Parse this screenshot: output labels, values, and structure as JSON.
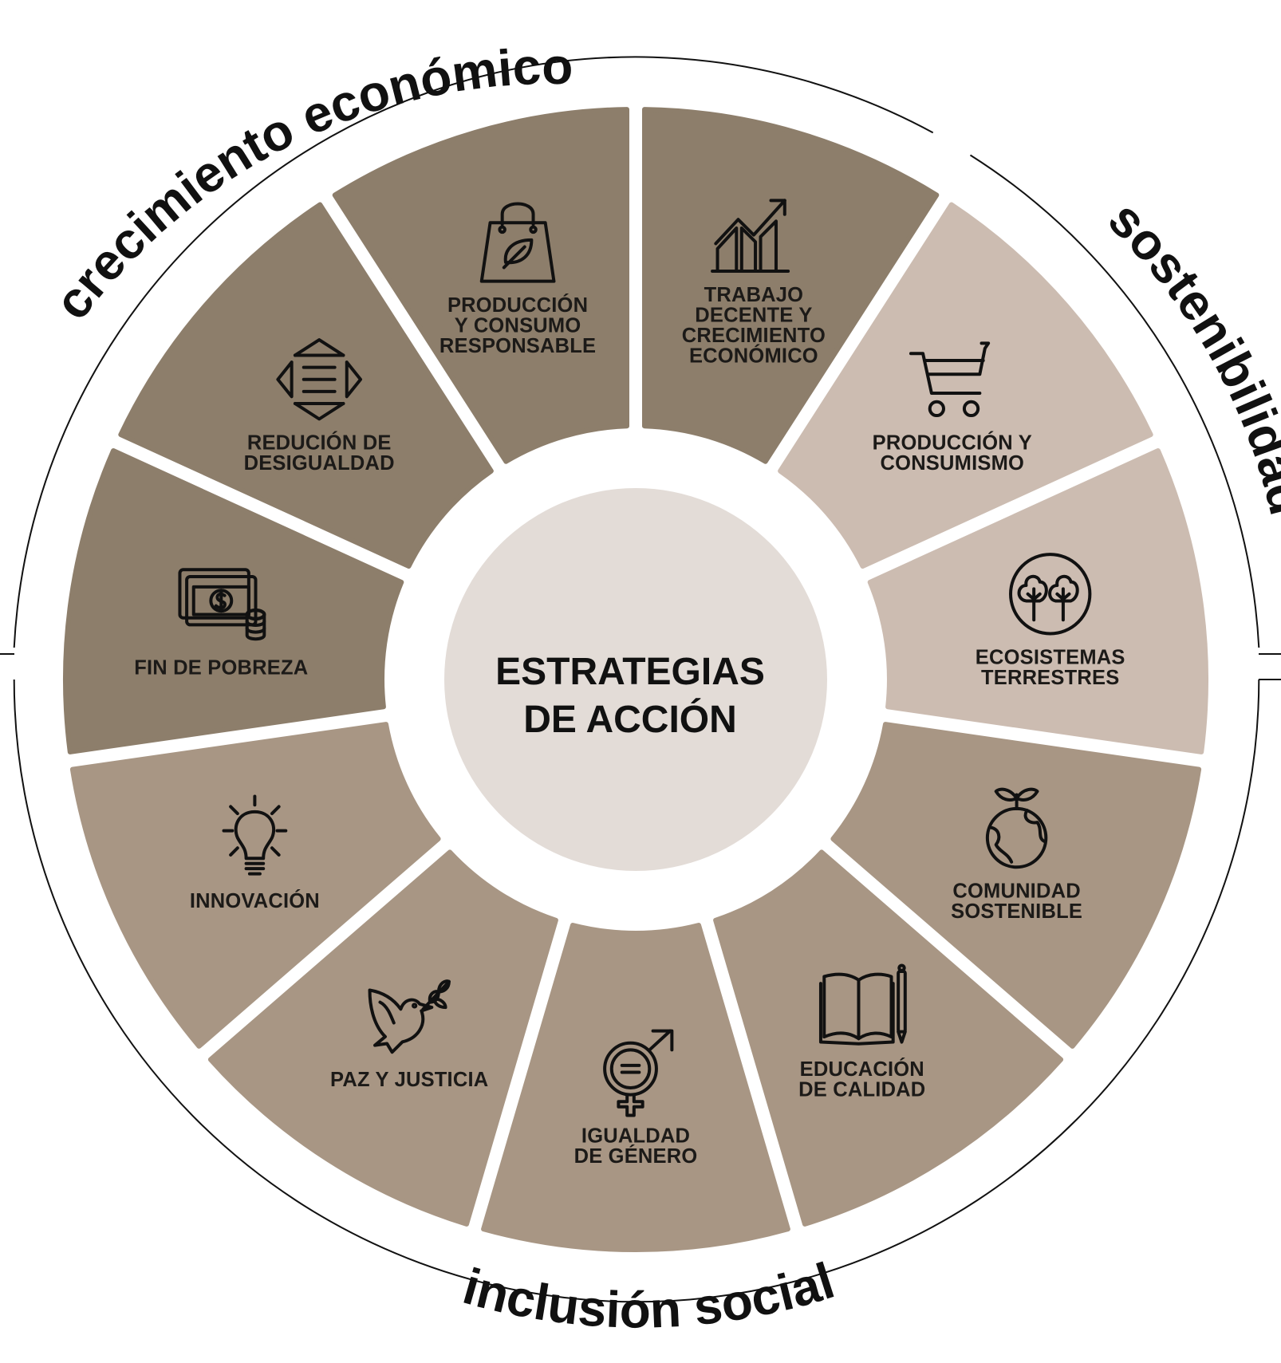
{
  "center": {
    "lines": [
      "ESTRATEGIAS",
      "DE ACCIÓN"
    ]
  },
  "arc_titles": {
    "top": "crecimiento económico",
    "right": "sostenibilidad",
    "bottom": "inclusión social"
  },
  "segments": [
    {
      "id": "trabajo-decente",
      "lines": [
        "TRABAJO",
        "DECENTE Y",
        "CRECIMIENTO",
        "ECONÓMICO"
      ],
      "icon": "growth-chart-icon",
      "color": "#8d7e6b"
    },
    {
      "id": "produccion-consumismo",
      "lines": [
        "PRODUCCIÓN Y",
        "CONSUMISMO"
      ],
      "icon": "shopping-cart-icon",
      "color": "#ccbcb1"
    },
    {
      "id": "ecosistemas-terrestres",
      "lines": [
        "ECOSISTEMAS",
        "TERRESTRES"
      ],
      "icon": "trees-icon",
      "color": "#ccbcb1"
    },
    {
      "id": "comunidad-sostenible",
      "lines": [
        "COMUNIDAD",
        "SOSTENIBLE"
      ],
      "icon": "earth-sprout-icon",
      "color": "#a89684"
    },
    {
      "id": "educacion-calidad",
      "lines": [
        "EDUCACIÓN",
        "DE CALIDAD"
      ],
      "icon": "book-pencil-icon",
      "color": "#a89684"
    },
    {
      "id": "igualdad-genero",
      "lines": [
        "IGUALDAD",
        "DE GÉNERO"
      ],
      "icon": "gender-equality-icon",
      "color": "#a89684"
    },
    {
      "id": "paz-justicia",
      "lines": [
        "PAZ Y JUSTICIA"
      ],
      "icon": "dove-icon",
      "color": "#a89684"
    },
    {
      "id": "innovacion",
      "lines": [
        "INNOVACIÓN"
      ],
      "icon": "lightbulb-icon",
      "color": "#a89684"
    },
    {
      "id": "fin-pobreza",
      "lines": [
        "FIN DE POBREZA"
      ],
      "icon": "money-icon",
      "color": "#8d7e6b"
    },
    {
      "id": "reduccion-desigualdad",
      "lines": [
        "REDUCIÓN DE",
        "DESIGUALDAD"
      ],
      "icon": "arrows-equal-icon",
      "color": "#8d7e6b"
    },
    {
      "id": "produccion-consumo",
      "lines": [
        "PRODUCCIÓN",
        "Y CONSUMO",
        "RESPONSABLE"
      ],
      "icon": "eco-bag-icon",
      "color": "#8d7e6b"
    }
  ],
  "colors": {
    "center_fill": "#e3dcd7",
    "ring_line": "#111111",
    "text": "#1c1a18"
  }
}
